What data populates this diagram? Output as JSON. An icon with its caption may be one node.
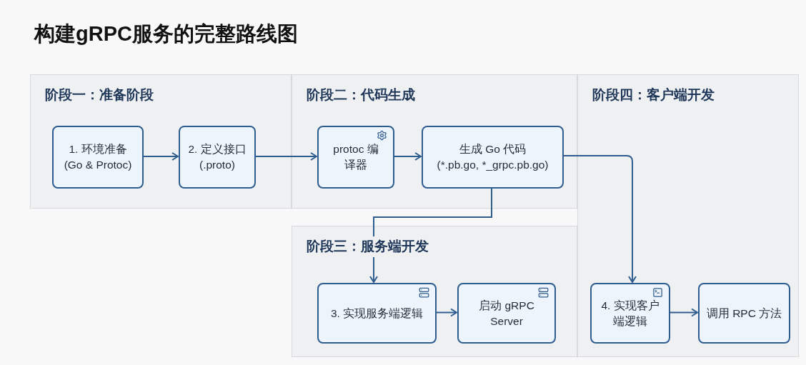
{
  "diagram": {
    "title": "构建gRPC服务的完整路线图",
    "nodes": [
      {
        "text": [
          "阶段一：准备阶段"
        ]
      },
      {
        "text": [
          "1. 环境准备 (Go & Protoc)"
        ],
        "in": 0
      },
      {
        "text": [
          "2. 定义接口 (.proto)"
        ],
        "in": 0
      },
      {
        "text": [
          "阶段二：代码生成"
        ]
      },
      {
        "text": [
          "protoc 编译器"
        ],
        "in": 3
      },
      {
        "text": [
          "生成 Go 代码 (*.pb.go, *_grpc.pb.go)"
        ],
        "in": 3
      },
      {
        "text": [
          "阶段三：服务端开发"
        ]
      },
      {
        "text": [
          "3. 实现服务端逻辑"
        ],
        "in": 6
      },
      {
        "text": [
          "启动 gRPC Server"
        ],
        "in": 6
      },
      {
        "text": [
          "阶段四：客户端开发"
        ]
      },
      {
        "text": [
          "4. 实现客户端逻辑"
        ],
        "in": 9
      },
      {
        "text": [
          "调用 RPC 方法"
        ],
        "in": 9
      }
    ],
    "edges": [
      {
        "from": 1,
        "to": 2,
        "arrow": "to"
      },
      {
        "from": 2,
        "to": 4,
        "arrow": "to"
      },
      {
        "from": 4,
        "to": 5,
        "arrow": "to"
      },
      {
        "from": 5,
        "to": 7,
        "arrow": "to"
      },
      {
        "from": 5,
        "to": 10,
        "arrow": "to"
      },
      {
        "from": 7,
        "to": 8,
        "arrow": "to"
      },
      {
        "from": 10,
        "to": 11,
        "arrow": "to"
      }
    ]
  }
}
